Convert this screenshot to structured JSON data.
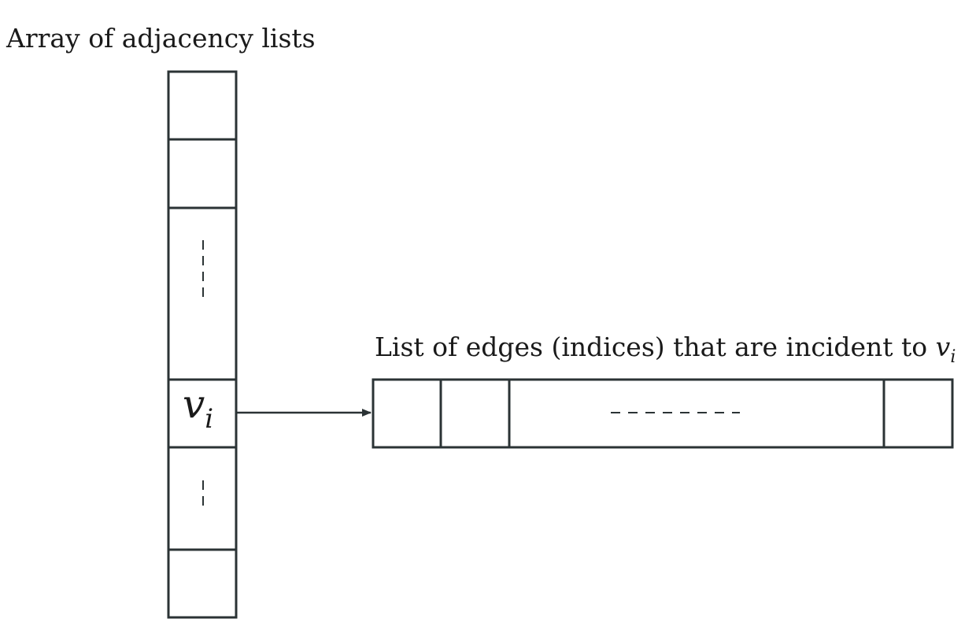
{
  "array": {
    "title": "Array of adjacency lists",
    "vertex_label": {
      "base": "v",
      "subscript": "i"
    }
  },
  "edge_list": {
    "title_prefix": "List of edges (indices) that are incident to ",
    "title_math": {
      "base": "v",
      "subscript": "i"
    }
  },
  "colors": {
    "stroke": "#2b3335",
    "text": "#1a1a1a",
    "background": "#ffffff"
  }
}
